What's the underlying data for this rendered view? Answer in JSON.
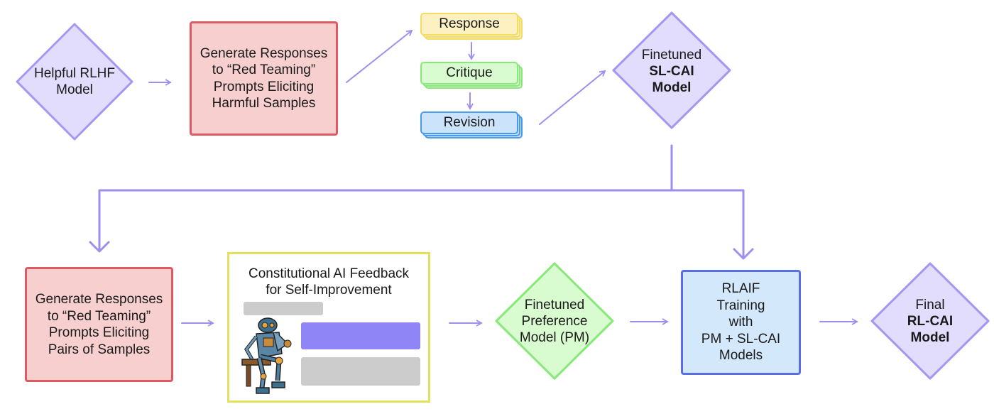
{
  "nodes": {
    "helpful_rlhf": [
      "Helpful RLHF",
      "Model"
    ],
    "gen_harmful": [
      "Generate Responses",
      "to “Red Teaming”",
      "Prompts Eliciting",
      "Harmful Samples"
    ],
    "response": "Response",
    "critique": "Critique",
    "revision": "Revision",
    "sl_cai": [
      "Finetuned",
      "SL-CAI",
      "Model"
    ],
    "gen_pairs": [
      "Generate Responses",
      "to “Red Teaming”",
      "Prompts Eliciting",
      "Pairs of Samples"
    ],
    "cai_feedback": [
      "Constitutional AI Feedback",
      "for Self-Improvement"
    ],
    "pm": [
      "Finetuned",
      "Preference",
      "Model (PM)"
    ],
    "rlaif": [
      "RLAIF",
      "Training",
      "with",
      "PM + SL-CAI",
      "Models"
    ],
    "rl_cai": [
      "Final",
      "RL-CAI",
      "Model"
    ]
  },
  "colors": {
    "arrow": "#9d8fee",
    "diamond_fill": "#e2dcfd",
    "diamond_stroke": "#a596f0",
    "pm_fill": "#d9fbd0",
    "pm_stroke": "#88e879",
    "bubble_gray": "#cccccc",
    "bubble_purple": "#8f85f6"
  },
  "icons": [
    "robot-thinker-image"
  ]
}
